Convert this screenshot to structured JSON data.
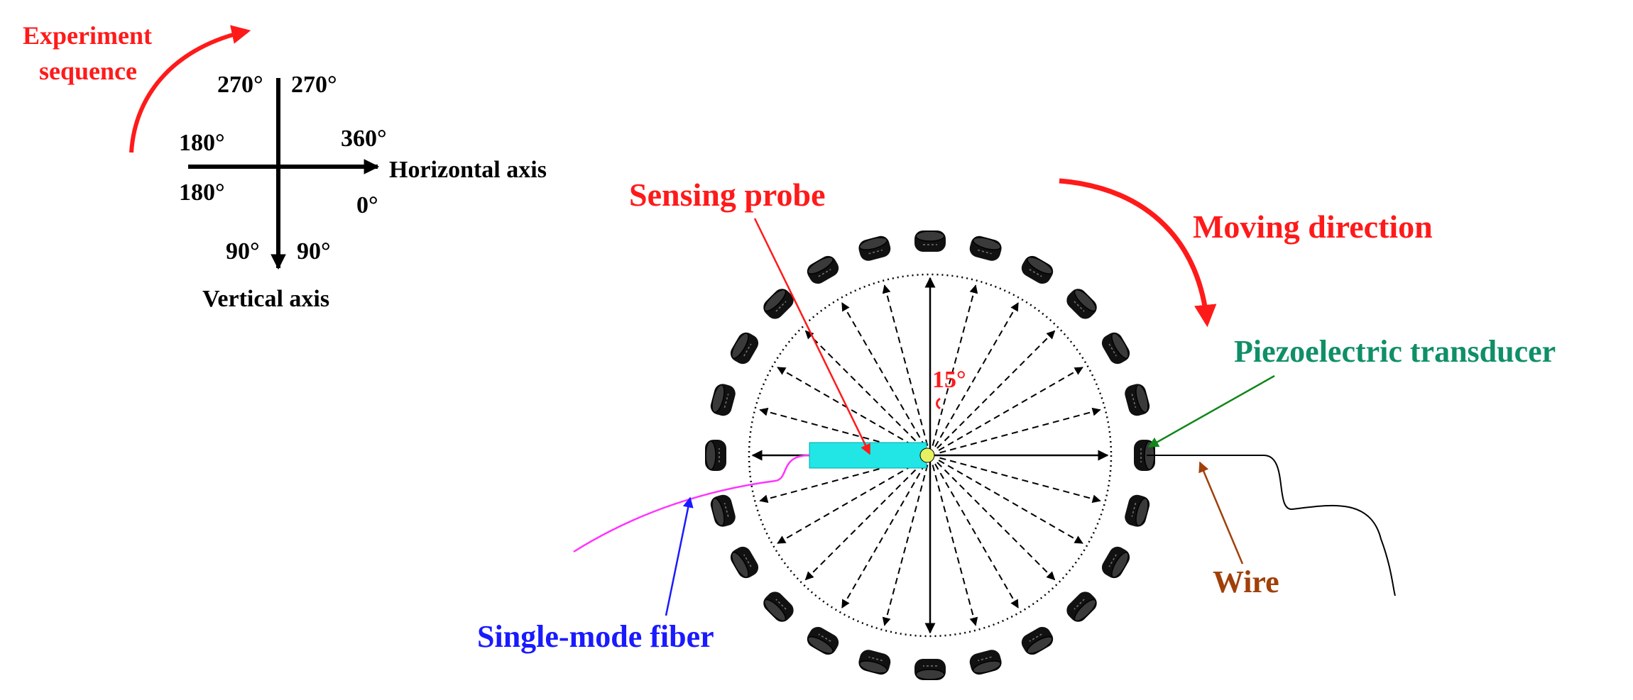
{
  "colors": {
    "red": "#ff1a1a",
    "green": "#0f8f68",
    "arrow_green": "#12861a",
    "blue": "#1a1aff",
    "brown": "#a0400a",
    "magenta": "#ff33ff",
    "cyan": "#22e6e6",
    "black": "#000000"
  },
  "axes_legend": {
    "experiment_sequence_line1": "Experiment",
    "experiment_sequence_line2": "sequence",
    "horizontal_axis": "Horizontal axis",
    "vertical_axis": "Vertical axis",
    "deg_270_left": "270°",
    "deg_270_right": "270°",
    "deg_180_upper": "180°",
    "deg_180_lower": "180°",
    "deg_360": "360°",
    "deg_0": "0°",
    "deg_90_left": "90°",
    "deg_90_right": "90°"
  },
  "setup": {
    "sensing_probe": "Sensing probe",
    "moving_direction": "Moving direction",
    "piezoelectric_transducer": "Piezoelectric transducer",
    "wire": "Wire",
    "single_mode_fiber": "Single-mode fiber",
    "step_angle": "15°",
    "transducer_count": 24,
    "step_angle_degrees": 15
  }
}
